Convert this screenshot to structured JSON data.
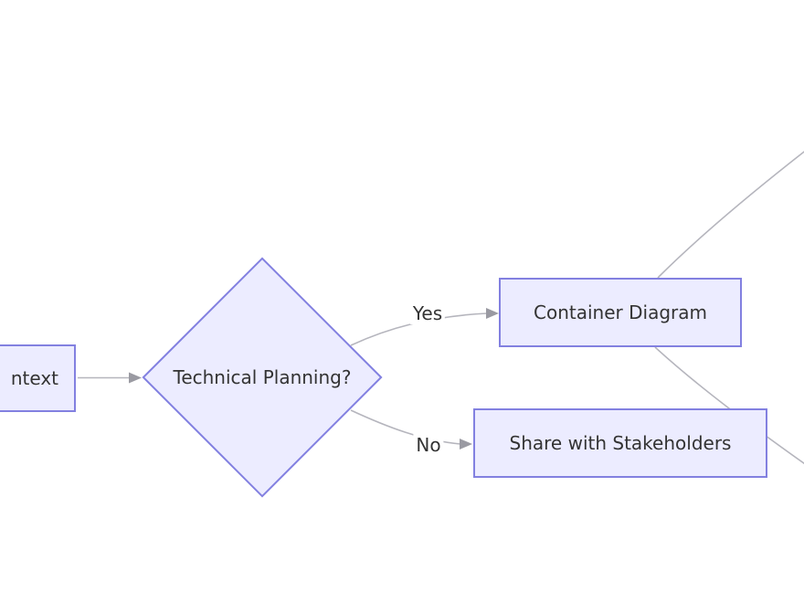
{
  "diagram": {
    "type": "flowchart",
    "nodes": {
      "context": {
        "label": "ntext",
        "shape": "rect",
        "clipped": "left edge of screen"
      },
      "decision": {
        "label": "Technical Planning?",
        "shape": "diamond"
      },
      "container": {
        "label": "Container Diagram",
        "shape": "rect"
      },
      "share": {
        "label": "Share with Stakeholders",
        "shape": "rect"
      }
    },
    "edge_labels": {
      "yes": "Yes",
      "no": "No"
    },
    "edges": [
      {
        "from": "context",
        "to": "decision",
        "label": ""
      },
      {
        "from": "decision",
        "to": "container",
        "label": "Yes"
      },
      {
        "from": "decision",
        "to": "share",
        "label": "No"
      },
      {
        "from": "container",
        "to": "offscreen-top-right",
        "label": ""
      },
      {
        "from": "container",
        "to": "offscreen-bottom-right",
        "label": ""
      }
    ],
    "colors": {
      "background": "#FFFFFF",
      "node_fill": "#ECECFF",
      "node_border": "#8280E0",
      "edge_line": "#B5B5BD",
      "arrowhead": "#9A9AA2",
      "text": "#333333"
    }
  }
}
